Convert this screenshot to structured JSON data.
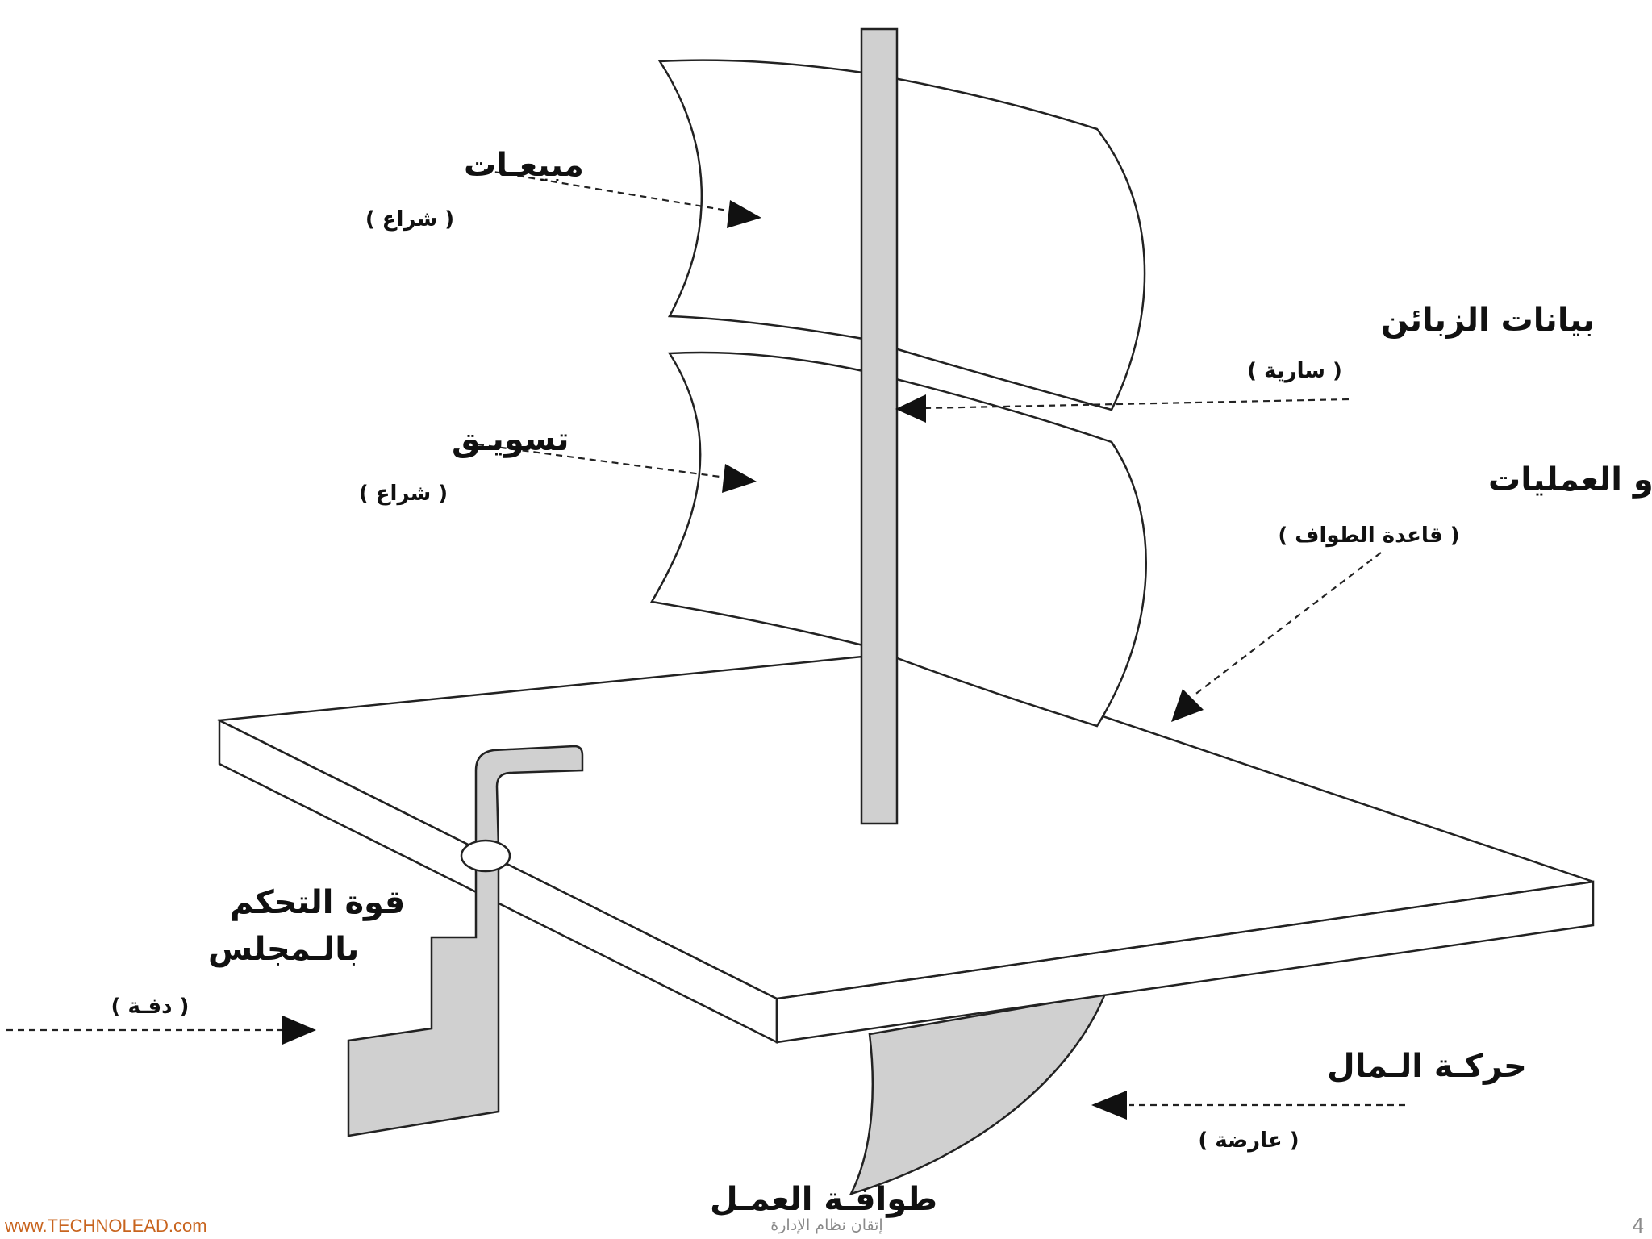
{
  "labels": {
    "sales": {
      "main": "مبيعـات",
      "sub": "( شراع )"
    },
    "marketing": {
      "main": "تسويـق",
      "sub": "( شراع )"
    },
    "customer_data": {
      "main": "بيانات الزبائن",
      "sub": "( سارية )"
    },
    "people_processes": {
      "main": "الأشخاص و العمليات",
      "sub": "( قاعدة الطواف )"
    },
    "board_control": {
      "main_line1": "قوة التحكم",
      "main_line2": "بالـمجلس",
      "sub": "( دفـة )"
    },
    "money_flow": {
      "main": "حركـة الـمال",
      "sub": "( عارضة )"
    },
    "work_raft": {
      "main": "طوافـة العمـل"
    }
  },
  "footer": {
    "website": "www.TECHNOLEAD.com",
    "center_text": "إتقان نظام الإدارة",
    "page_number": "4"
  },
  "colors": {
    "part_fill": "#d0d0d0",
    "outline": "#222222",
    "website_link": "#c8641e",
    "footer_text": "#8a8a8a"
  }
}
